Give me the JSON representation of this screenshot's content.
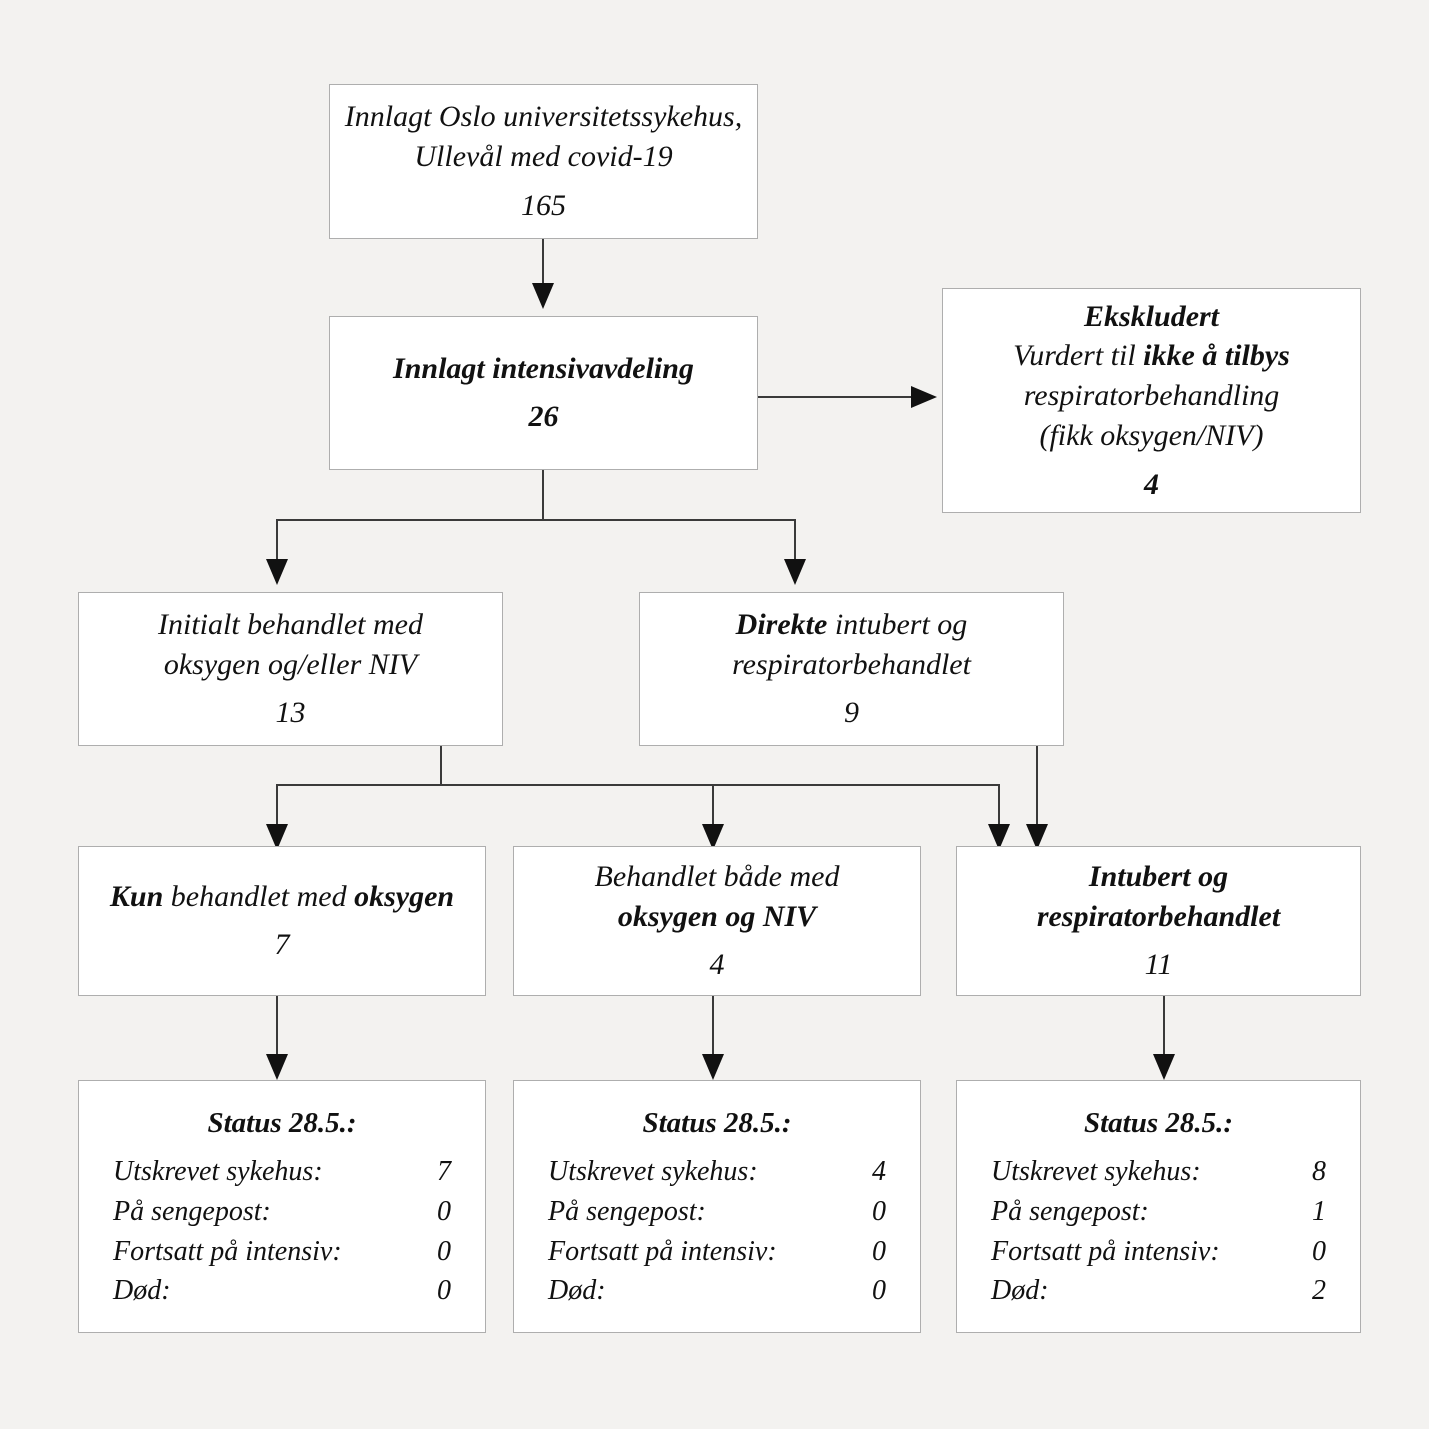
{
  "figure": {
    "type": "flowchart",
    "language": "no",
    "background_color": "#f3f2f0",
    "box_fill": "#ffffff",
    "box_border_color": "#aeaeae",
    "connector_color": "#3a3a3a"
  },
  "nodes": {
    "admitted": {
      "line1": "Innlagt Oslo universitetssykehus,",
      "line2": "Ullevål med covid-19",
      "count": "165"
    },
    "icu": {
      "line1": "Innlagt intensivavdeling",
      "count": "26"
    },
    "excluded": {
      "title": "Ekskludert",
      "line1_a": "Vurdert til ",
      "line1_b": "ikke å tilbys",
      "line2": "respiratorbehandling",
      "line3": "(fikk oksygen/NIV)",
      "count": "4"
    },
    "initial_oxygen_niv": {
      "line1": "Initialt behandlet med",
      "line2": "oksygen og/eller NIV",
      "count": "13"
    },
    "direct_intubated": {
      "line1_a": "Direkte",
      "line1_b": " intubert og",
      "line2": "respiratorbehandlet",
      "count": "9"
    },
    "oxygen_only": {
      "line1_a": "Kun",
      "line1_b": " behandlet med ",
      "line1_c": "oksygen",
      "count": "7"
    },
    "oxygen_and_niv": {
      "line1": "Behandlet både med",
      "line2": "oksygen og NIV",
      "count": "4"
    },
    "intubated_ventilated": {
      "line1": "Intubert og",
      "line2": "respiratorbehandlet",
      "count": "11"
    }
  },
  "status_boxes": [
    {
      "title": "Status 28.5.:",
      "rows": [
        {
          "label": "Utskrevet sykehus:",
          "value": "7"
        },
        {
          "label": "På sengepost:",
          "value": "0"
        },
        {
          "label": "Fortsatt på intensiv:",
          "value": "0"
        },
        {
          "label": "Død:",
          "value": "0"
        }
      ]
    },
    {
      "title": "Status 28.5.:",
      "rows": [
        {
          "label": "Utskrevet sykehus:",
          "value": "4"
        },
        {
          "label": "På sengepost:",
          "value": "0"
        },
        {
          "label": "Fortsatt på intensiv:",
          "value": "0"
        },
        {
          "label": "Død:",
          "value": "0"
        }
      ]
    },
    {
      "title": "Status 28.5.:",
      "rows": [
        {
          "label": "Utskrevet sykehus:",
          "value": "8"
        },
        {
          "label": "På sengepost:",
          "value": "1"
        },
        {
          "label": "Fortsatt på intensiv:",
          "value": "0"
        },
        {
          "label": "Død:",
          "value": "2"
        }
      ]
    }
  ]
}
